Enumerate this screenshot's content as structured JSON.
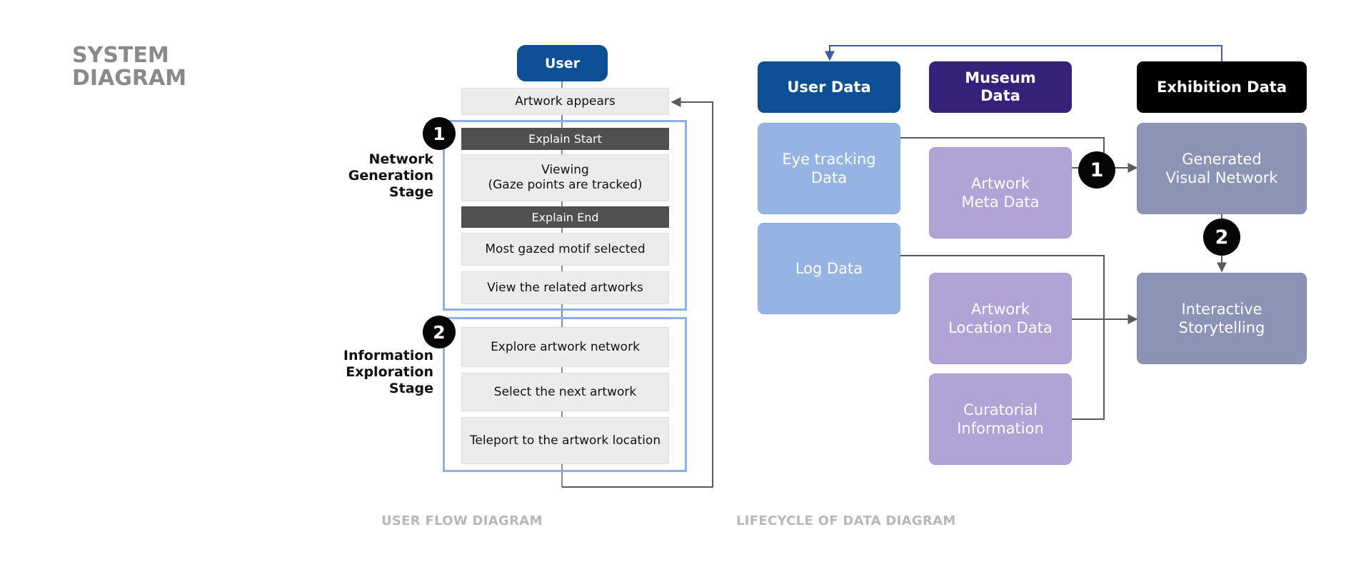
{
  "title": {
    "line1": "SYSTEM",
    "line2": "DIAGRAM"
  },
  "captions": {
    "user_flow": "USER FLOW DIAGRAM",
    "lifecycle": "LIFECYCLE OF DATA DIAGRAM"
  },
  "user_flow": {
    "user": "User",
    "artwork_appears": "Artwork appears",
    "stage1": {
      "badge": "1",
      "label": [
        "Network",
        "Generation",
        "Stage"
      ],
      "explain_start": "Explain Start",
      "viewing": [
        "Viewing",
        "(Gaze points are tracked)"
      ],
      "explain_end": "Explain End",
      "most_gazed": "Most gazed motif selected",
      "view_related": "View the related  artworks"
    },
    "stage2": {
      "badge": "2",
      "label": [
        "Information",
        "Exploration",
        "Stage"
      ],
      "explore": "Explore artwork network",
      "select_next": "Select the next artwork",
      "teleport": "Teleport to the artwork location"
    }
  },
  "lifecycle": {
    "headers": {
      "user_data": "User Data",
      "museum_data": [
        "Museum",
        "Data"
      ],
      "exhibition_data": "Exhibition Data"
    },
    "nodes": {
      "eye_tracking": [
        "Eye tracking",
        "Data"
      ],
      "log_data": [
        "Log Data"
      ],
      "artwork_meta": [
        "Artwork",
        "Meta Data"
      ],
      "artwork_location": [
        "Artwork",
        "Location  Data"
      ],
      "curatorial": [
        "Curatorial",
        "Information"
      ],
      "generated_network": [
        "Generated",
        "Visual Network"
      ],
      "storytelling": [
        "Interactive",
        "Storytelling"
      ]
    },
    "badges": {
      "one": "1",
      "two": "2"
    }
  },
  "colors": {
    "user_header": "#0d4f95",
    "museum_header": "#36217a",
    "exhibition_header": "#000000",
    "user_node": "#96b4e2",
    "museum_node": "#b2a3d6",
    "exhibition_node": "#8b94b4",
    "stage_border": "#8eaee6"
  }
}
